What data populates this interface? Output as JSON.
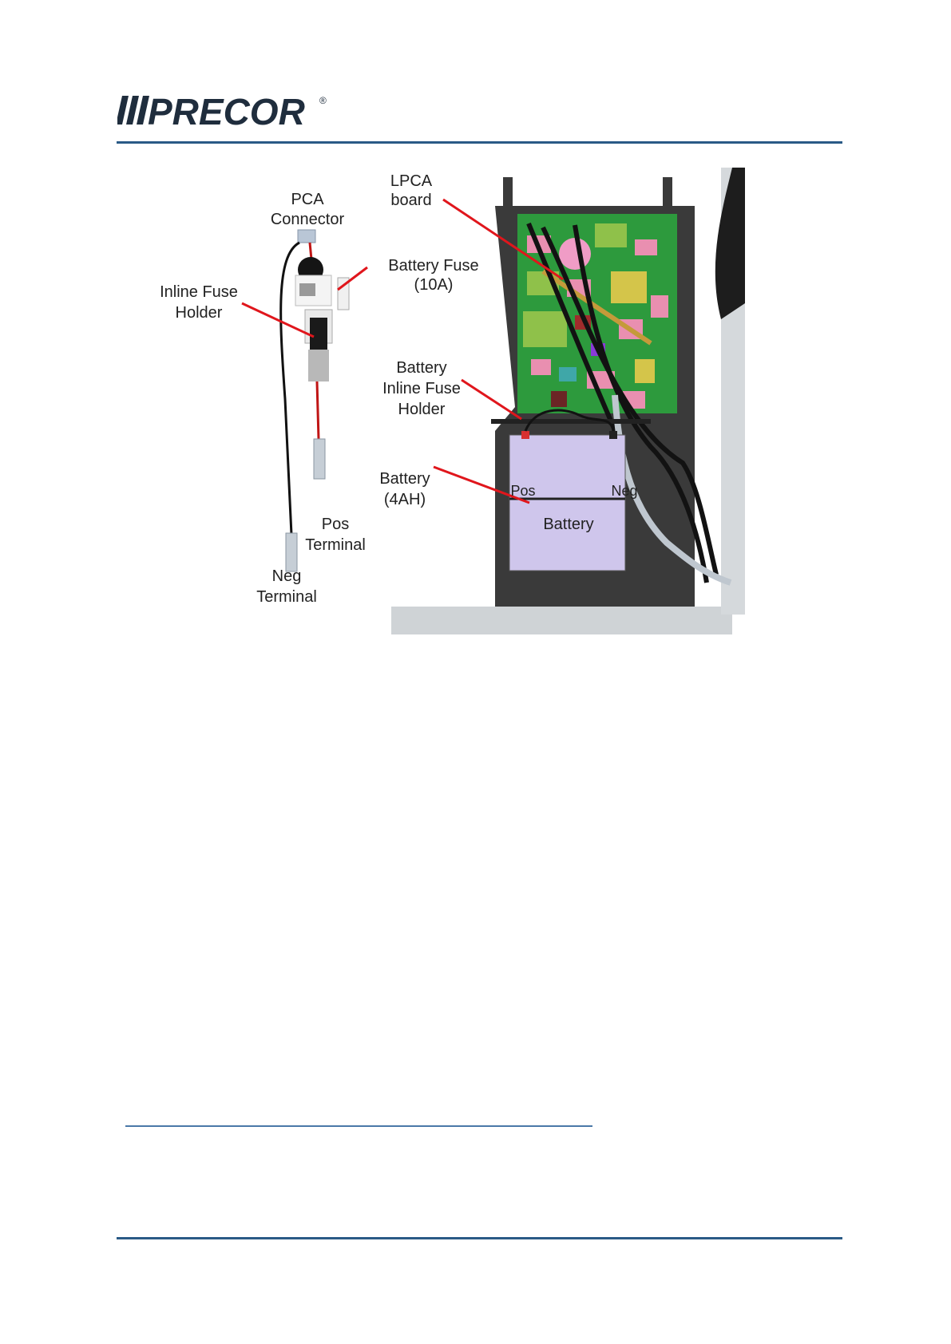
{
  "header": {
    "logo_text": "PRECOR",
    "registered_mark": "®"
  },
  "figure": {
    "labels": {
      "pca_connector_1": "PCA",
      "pca_connector_2": "Connector",
      "battery_fuse_1": "Battery Fuse",
      "battery_fuse_2": "(10A)",
      "inline_fuse_holder_1": "Inline Fuse",
      "inline_fuse_holder_2": "Holder",
      "pos_terminal_1": "Pos",
      "pos_terminal_2": "Terminal",
      "neg_terminal_1": "Neg",
      "neg_terminal_2": "Terminal",
      "lpca_board_1": "LPCA",
      "lpca_board_2": "board",
      "battery_inline_fuse_holder_1": "Battery",
      "battery_inline_fuse_holder_2": "Inline Fuse",
      "battery_inline_fuse_holder_3": "Holder",
      "battery_4ah_1": "Battery",
      "battery_4ah_2": "(4AH)",
      "pos": "Pos",
      "neg": "Neg",
      "battery": "Battery"
    }
  },
  "colors": {
    "brand": "#1f2d3d",
    "rule": "#2a5a86",
    "callout": "#e0161c"
  }
}
